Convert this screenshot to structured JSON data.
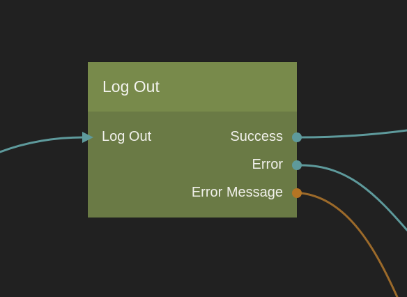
{
  "node": {
    "title": "Log Out",
    "inputs": [
      {
        "label": "Log Out",
        "color": "#5e9a9c"
      }
    ],
    "outputs": [
      {
        "label": "Success",
        "color": "#5e9a9c"
      },
      {
        "label": "Error",
        "color": "#5e9a9c"
      },
      {
        "label": "Error Message",
        "color": "#b57524"
      }
    ]
  },
  "colors": {
    "background": "#212121",
    "node_body": "#6a7a45",
    "node_header": "#788a4b",
    "signal_wire": "#5e9a9c",
    "string_wire": "#9c6a2a"
  }
}
